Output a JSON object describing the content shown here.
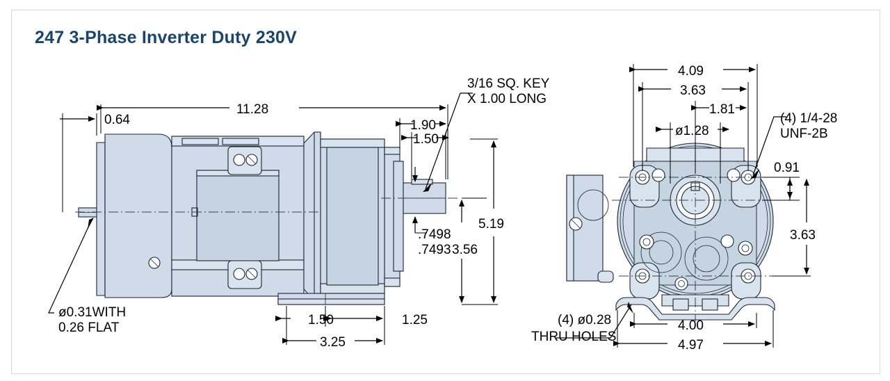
{
  "page": {
    "title": "247 3-Phase Inverter Duty 230V",
    "title_color": "#17456f",
    "background": "#ffffff",
    "border_color": "#d8d8d8"
  },
  "drawing": {
    "part_fill": "#cfdbe8",
    "line_color": "#1a1a2e",
    "dimension_color": "#000000",
    "views": [
      {
        "name": "side-view",
        "position": "left"
      },
      {
        "name": "front-face-view",
        "position": "right"
      }
    ]
  },
  "side_view": {
    "dimensions": {
      "offset_left": "0.64",
      "overall_length": "11.28",
      "shaft_extension": "1.90",
      "shaft_usable": "1.50",
      "shaft_dia_upper": ".7498",
      "shaft_dia_lower": ".7493",
      "center_to_base": "3.56",
      "overall_height": "5.19",
      "foot_slot": "1.50",
      "foot_offset": "1.25",
      "foot_span": "3.25"
    },
    "callouts": {
      "key": "3/16 SQ. KEY",
      "key_line2": "X 1.00 LONG",
      "input_shaft": "ø0.31WITH",
      "input_shaft_line2": "0.26 FLAT"
    }
  },
  "front_view": {
    "dimensions": {
      "bolt_circle_outer": "4.09",
      "bolt_circle": "3.63",
      "pilot_offset": "1.81",
      "pilot_dia": "ø1.28",
      "boss_height": "0.91",
      "vertical_span": "3.63",
      "base_inner": "4.00",
      "base_outer": "4.97"
    },
    "callouts": {
      "tapped_holes": "(4) 1/4-28",
      "tapped_holes_line2": "UNF-2B",
      "thru_holes": "(4) ø0.28",
      "thru_holes_line2": "THRU HOLES"
    }
  }
}
